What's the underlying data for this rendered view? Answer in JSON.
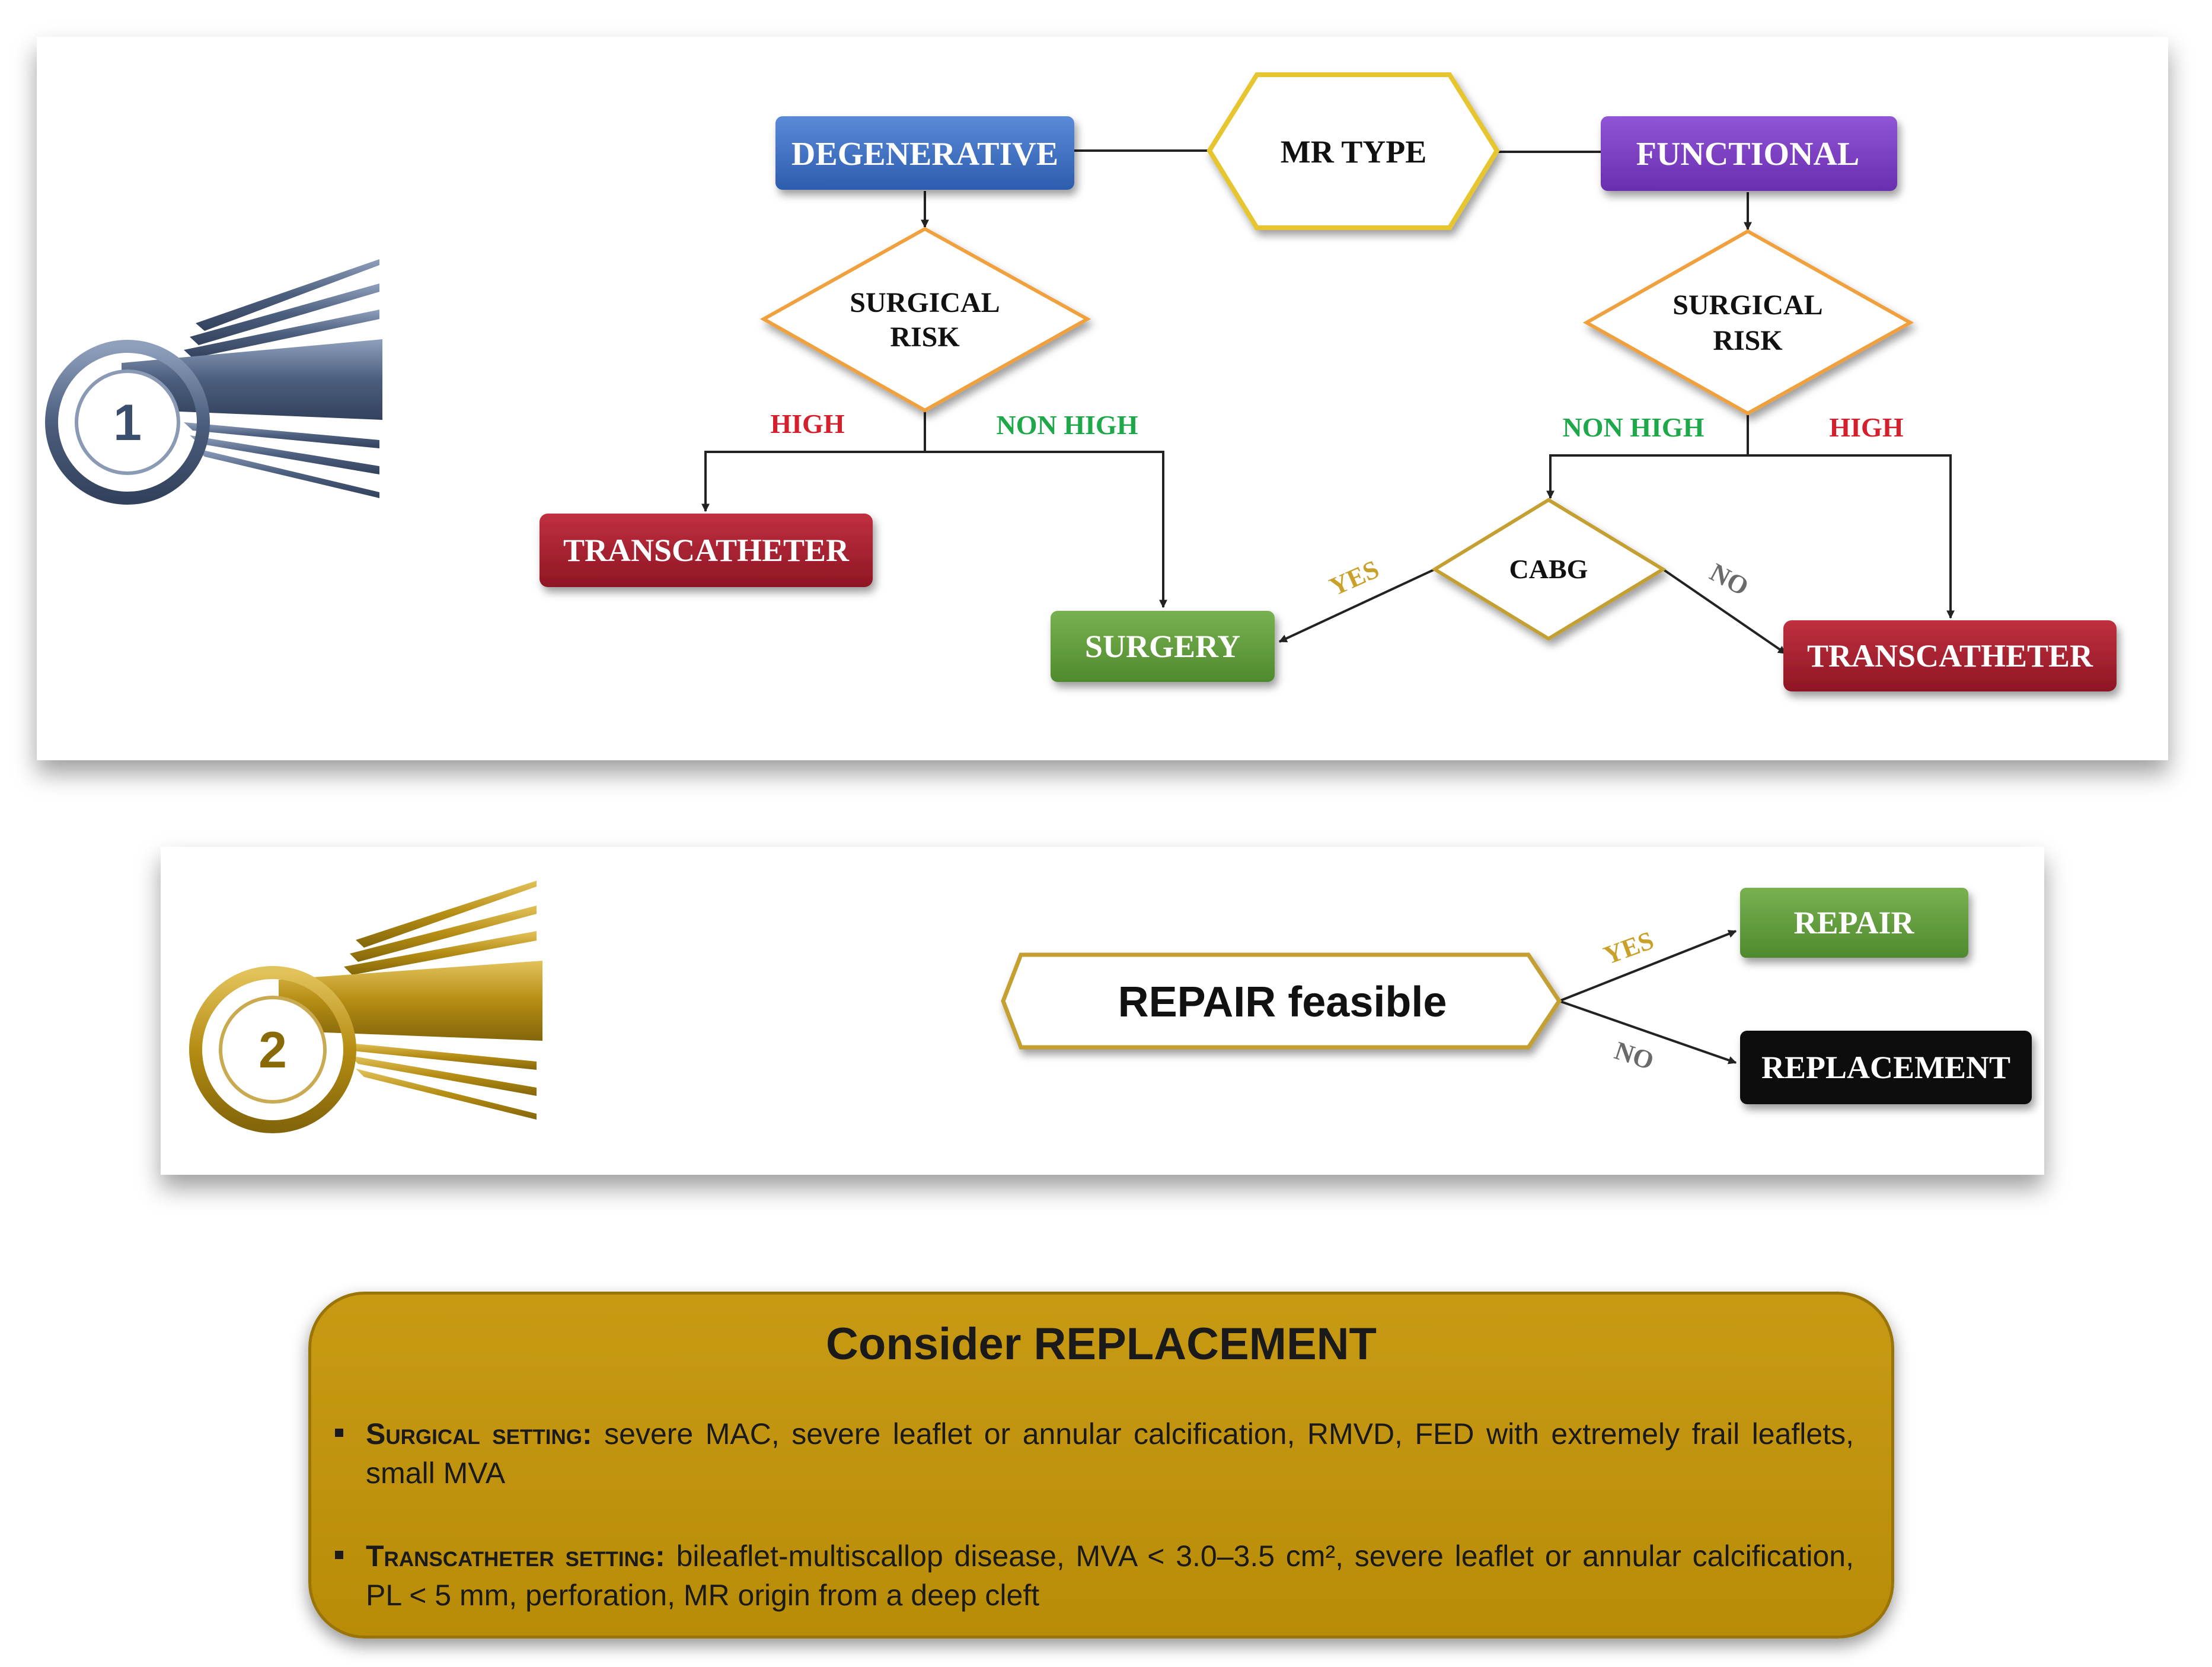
{
  "badges": {
    "one": "1",
    "two": "2"
  },
  "flow1": {
    "mr_type": "MR TYPE",
    "degenerative": "DEGENERATIVE",
    "functional": "FUNCTIONAL",
    "surgical_risk_left": [
      "SURGICAL",
      "RISK"
    ],
    "surgical_risk_right": [
      "SURGICAL",
      "RISK"
    ],
    "high_left": "HIGH",
    "non_high_left": "NON HIGH",
    "non_high_right": "NON HIGH",
    "high_right": "HIGH",
    "transcatheter_left": "TRANSCATHETER",
    "surgery": "SURGERY",
    "cabg": "CABG",
    "yes": "YES",
    "no": "NO",
    "transcatheter_right": "TRANSCATHETER"
  },
  "flow2": {
    "repair_feasible": "REPAIR feasible",
    "yes": "YES",
    "no": "NO",
    "repair": "REPAIR",
    "replacement": "REPLACEMENT"
  },
  "consider": {
    "title": "Consider REPLACEMENT",
    "surgical_head": "Surgical setting:",
    "surgical_text": " severe MAC, severe leaflet or annular calcification, RMVD, FED with extremely frail  leaflets, small MVA",
    "transcatheter_head": "Transcatheter setting:",
    "transcatheter_text": " bileaflet-multiscallop disease, MVA < 3.0–3.5 cm², severe leaflet or annular calcification, PL < 5 mm, perforation, MR origin from a deep cleft"
  },
  "colors": {
    "blue": "#3e6fc3",
    "purple": "#7b3cc2",
    "red": "#a31d2d",
    "green": "#5f9a3c",
    "black": "#111111",
    "orange": "#f0a03c",
    "gold": "#c4a032",
    "bottom_box": "#c0920e",
    "badge_steel": "#4c5e7e",
    "badge_gold": "#b58d14"
  }
}
